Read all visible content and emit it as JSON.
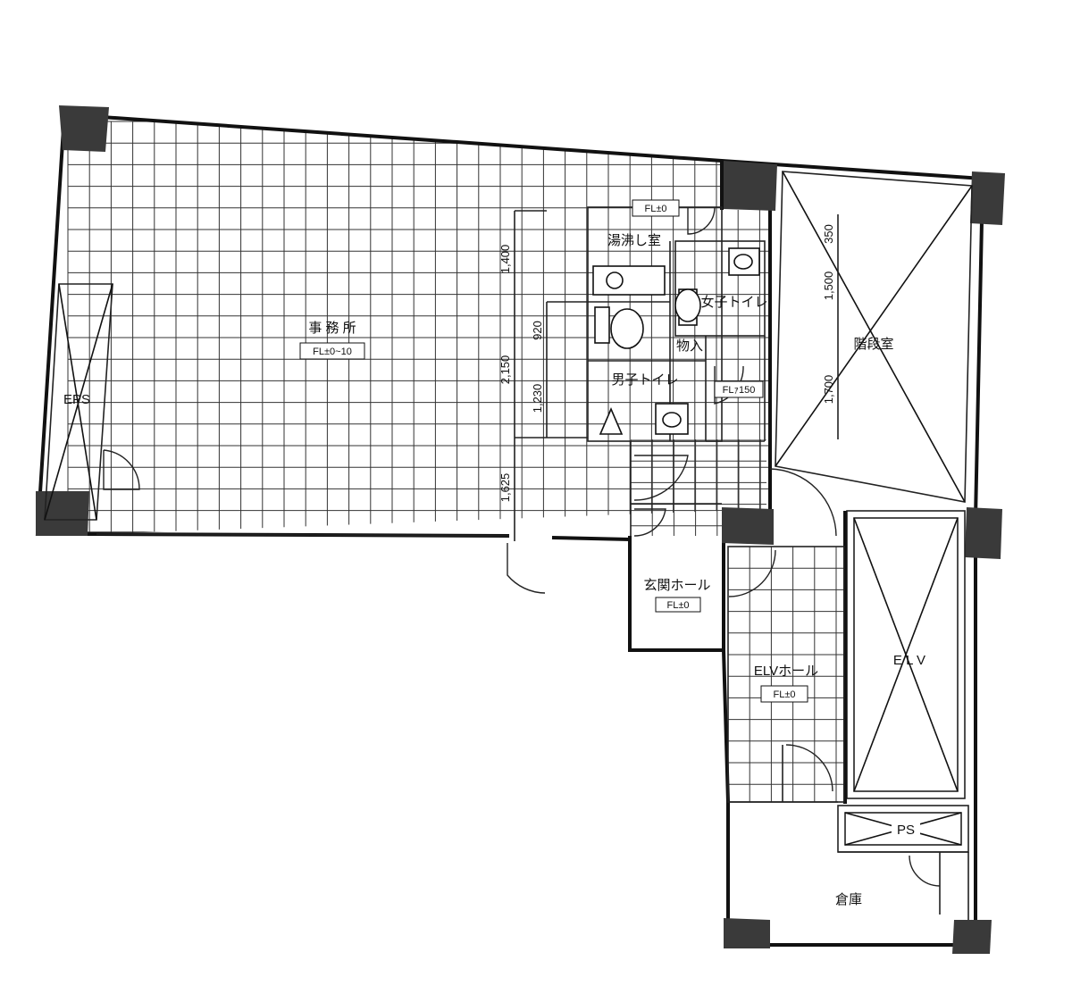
{
  "rooms": {
    "office": {
      "name": "事 務 所",
      "floor_level": "FL±0~10"
    },
    "kitchenette": {
      "name": "湯沸し室",
      "floor_level": "FL±0"
    },
    "womens_toilet": {
      "name": "女子トイレ"
    },
    "mens_toilet": {
      "name": "男子トイレ"
    },
    "storage_closet": {
      "name": "物入"
    },
    "toilet_floor": {
      "floor_level": "FLｧ150"
    },
    "stairwell": {
      "name": "階段室"
    },
    "eps": {
      "name": "EPS"
    },
    "entrance_hall": {
      "name": "玄関ホール",
      "floor_level": "FL±0"
    },
    "elevator_hall": {
      "name": "ELVホール",
      "floor_level": "FL±0"
    },
    "elevator": {
      "name": "E L V"
    },
    "pipe_shaft": {
      "name": "PS"
    },
    "warehouse": {
      "name": "倉庫"
    }
  },
  "dimensions": {
    "d_1400": "1,400",
    "d_920": "920",
    "d_2150": "2,150",
    "d_1230": "1,230",
    "d_1625": "1,625",
    "d_350": "350",
    "d_1500": "1,500",
    "d_1700": "1,700"
  }
}
